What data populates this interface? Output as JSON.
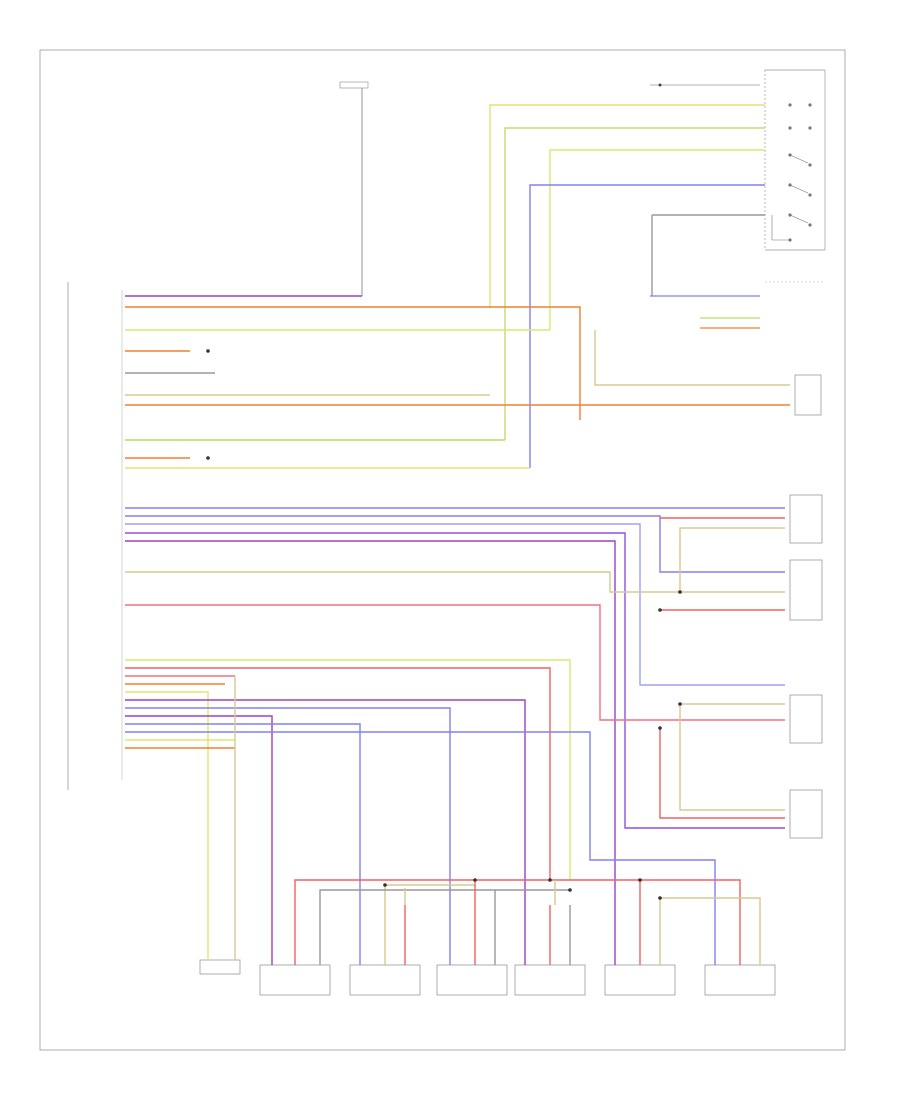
{
  "page_code": "",
  "components": [
    {
      "id": "ecm",
      "label": "",
      "label_lines": [
        "",
        "",
        "",
        "",
        ""
      ]
    },
    {
      "id": "top_switch",
      "label_lines": [
        "",
        "",
        ""
      ]
    },
    {
      "id": "fuse",
      "label_lines": [
        "",
        "",
        "",
        "",
        ""
      ]
    },
    {
      "id": "right_switch",
      "label_lines": [
        "",
        "",
        ""
      ]
    },
    {
      "id": "mid_right_1",
      "label_lines": [
        "",
        "",
        "",
        "",
        ""
      ]
    },
    {
      "id": "mid_right_2",
      "label_lines": [
        "",
        "",
        "",
        "",
        "",
        ""
      ]
    },
    {
      "id": "mid_right_3",
      "label_lines": [
        "",
        "",
        "",
        "",
        ""
      ]
    },
    {
      "id": "mid_right_4",
      "label_lines": [
        "",
        "",
        "",
        "",
        ""
      ]
    },
    {
      "id": "mid_right_5",
      "label_lines": [
        "",
        "",
        "",
        "",
        ""
      ]
    },
    {
      "id": "sensor_1",
      "label_lines": [
        "",
        "",
        "",
        "",
        ""
      ]
    },
    {
      "id": "sensor_2",
      "label_lines": [
        "",
        "",
        "",
        "",
        ""
      ]
    },
    {
      "id": "sensor_3",
      "label_lines": [
        "",
        "",
        "",
        "",
        "",
        ""
      ]
    },
    {
      "id": "sensor_4",
      "label_lines": [
        "",
        "",
        "",
        "",
        ""
      ]
    },
    {
      "id": "sensor_5",
      "label_lines": [
        "",
        "",
        "",
        "",
        ""
      ]
    },
    {
      "id": "sensor_6",
      "label_lines": [
        "",
        "",
        "",
        "",
        ""
      ]
    },
    {
      "id": "sensor_7",
      "label_lines": [
        "",
        "",
        "",
        "",
        ""
      ]
    }
  ],
  "wire_colors": {
    "violet": "#a040c0",
    "orange": "#f08030",
    "yellow_green": "#d8e870",
    "yellow": "#e8e070",
    "tan": "#d8c890",
    "blue": "#8080f0",
    "pink": "#f07080",
    "red": "#f06060",
    "green": "#b0e060",
    "gray": "#999999"
  },
  "wire_labels": []
}
